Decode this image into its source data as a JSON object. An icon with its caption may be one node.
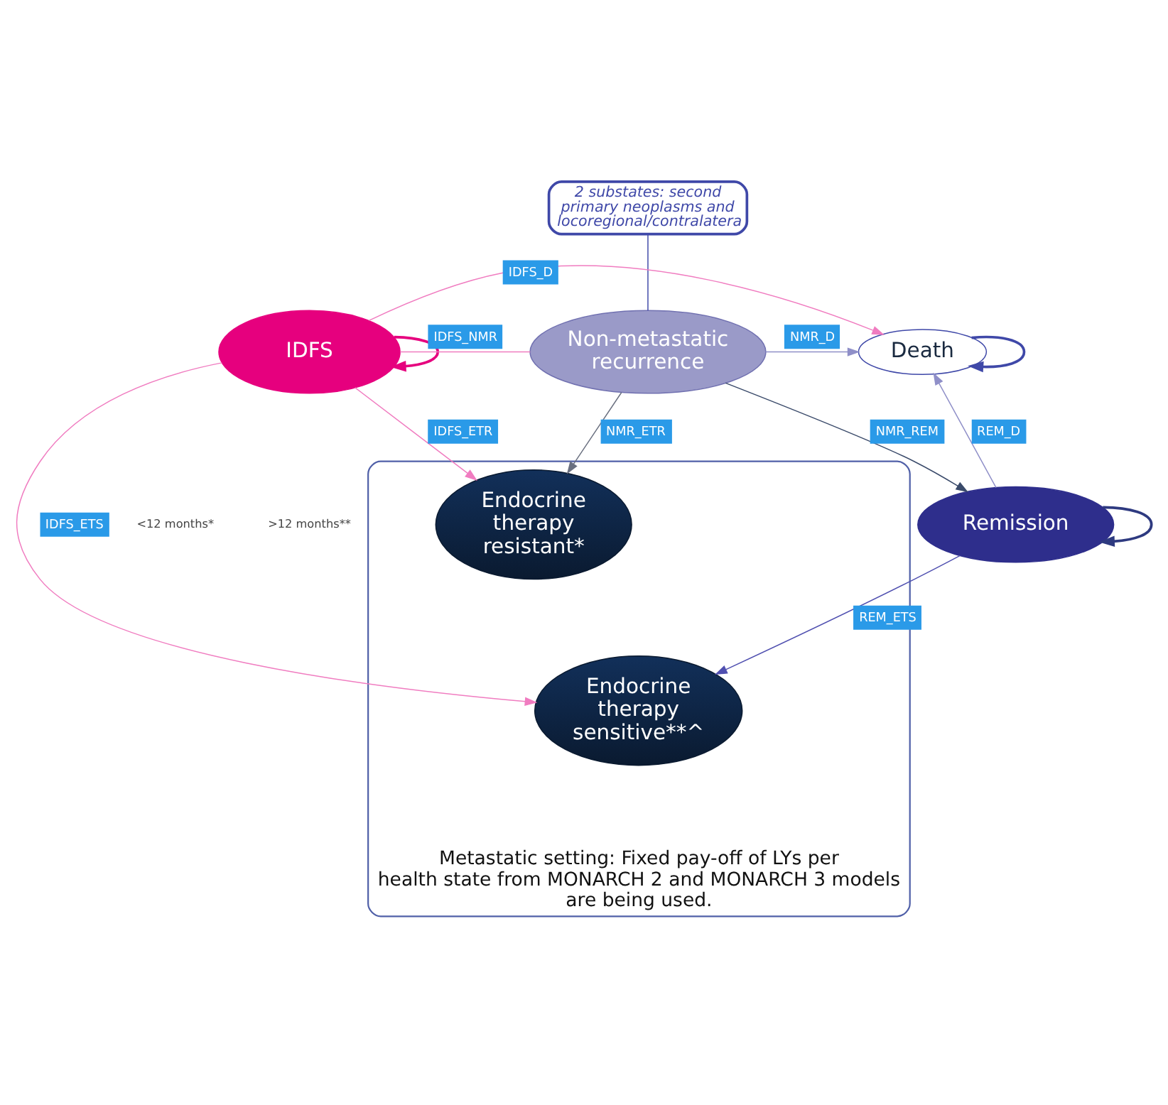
{
  "diagram": {
    "nodes": [
      {
        "text": [
          "2 substates: second primary neoplasms and locoregional/contralatera"
        ]
      },
      {
        "text": [
          "IDFS"
        ]
      },
      {
        "text": [
          "Non-metastatic recurrence"
        ]
      },
      {
        "text": [
          "Death"
        ]
      },
      {
        "text": [
          "Remission"
        ]
      },
      {
        "text": [
          "Metastatic setting: Fixed pay-off of LYs per health state from MONARCH 2 and MONARCH 3 models are being used."
        ]
      },
      {
        "text": [
          "Endocrine therapy resistant*"
        ],
        "in": 5
      },
      {
        "text": [
          "Endocrine therapy sensitive**^"
        ],
        "in": 5
      }
    ],
    "edges": [
      {
        "from": 0,
        "to": 2,
        "arrow": "none",
        "color": "#3f48a8"
      },
      {
        "from": 1,
        "to": 1,
        "arrow": "to",
        "color": "#e6007e"
      },
      {
        "from": 3,
        "to": 3,
        "arrow": "to",
        "color": "#3f48a8"
      },
      {
        "from": 1,
        "to": 3,
        "arrow": "to",
        "label": "IDFS_D",
        "color": "#f07cc0"
      },
      {
        "from": 1,
        "to": 2,
        "arrow": "none",
        "label": "IDFS_NMR",
        "color": "#f07cc0"
      },
      {
        "from": 2,
        "to": 3,
        "arrow": "to",
        "label": "NMR_D",
        "color": "#8f8fc8"
      },
      {
        "from": 2,
        "to": 4,
        "arrow": "to",
        "label": "NMR_REM",
        "color": "#3a4a6a"
      },
      {
        "from": 4,
        "to": 3,
        "arrow": "to",
        "label": "REM_D",
        "color": "#8f8fc8"
      },
      {
        "from": 4,
        "to": 4,
        "arrow": "to",
        "color": "#2e3a80"
      },
      {
        "from": 2,
        "to": 6,
        "arrow": "to",
        "label": "NMR_ETR",
        "color": "#6a7080"
      },
      {
        "from": 1,
        "to": 6,
        "arrow": "to",
        "label": "IDFS_ETR",
        "color": "#f07cc0"
      },
      {
        "from": 1,
        "to": 7,
        "arrow": "to",
        "label": "IDFS_ETS",
        "color": "#f07cc0"
      },
      {
        "from": 4,
        "to": 7,
        "arrow": "to",
        "label": "REM_ETS",
        "color": "#5050b0"
      }
    ],
    "labels": [
      "<12 months*",
      ">12 months**"
    ]
  }
}
